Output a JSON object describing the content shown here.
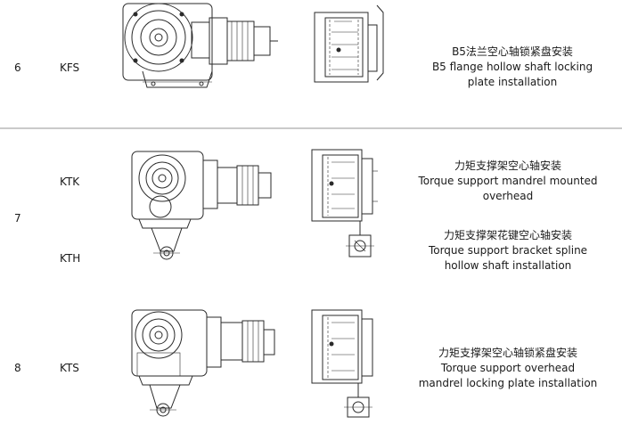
{
  "rows": [
    {
      "number": "6",
      "codes": [
        "KFS"
      ],
      "descriptions": [
        [
          "B5法兰空心轴锁紧盘安装",
          "B5 flange hollow shaft locking",
          "plate installation"
        ]
      ]
    },
    {
      "number": "7",
      "codes": [
        "KTK",
        "KTH"
      ],
      "descriptions": [
        [
          "力矩支撑架空心轴安装",
          "Torque support mandrel mounted",
          "overhead"
        ],
        [
          "力矩支撑架花键空心轴安装",
          "Torque support bracket spline",
          "hollow shaft installation"
        ]
      ]
    },
    {
      "number": "8",
      "codes": [
        "KTS"
      ],
      "descriptions": [
        [
          "力矩支撑架空心轴锁紧盘安装",
          "Torque support overhead",
          "mandrel locking plate installation"
        ]
      ]
    }
  ]
}
